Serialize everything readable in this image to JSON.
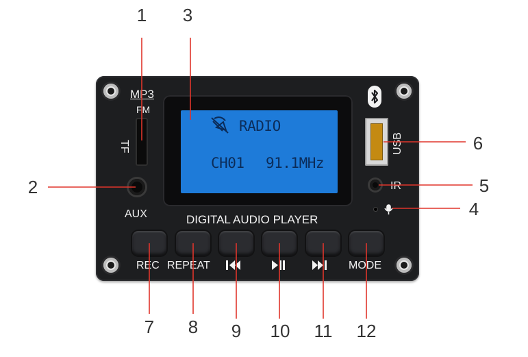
{
  "panel": {
    "silkscreen": {
      "mp3": "MP3",
      "fm": "FM",
      "tf": "TF",
      "aux": "AUX",
      "usb": "USB",
      "ir": "IR",
      "title": "DIGITAL AUDIO PLAYER"
    },
    "display": {
      "mode_text": "RADIO",
      "channel_text": "CH01",
      "frequency_text": "91.1MHz",
      "background_color": "#1e7bd9",
      "text_color": "#0b2c59"
    },
    "buttons": [
      {
        "label": "REC",
        "icon": ""
      },
      {
        "label": "REPEAT",
        "icon": ""
      },
      {
        "label": "",
        "icon": "previous-track-icon"
      },
      {
        "label": "",
        "icon": "play-pause-icon"
      },
      {
        "label": "",
        "icon": "next-track-icon"
      },
      {
        "label": "MODE",
        "icon": ""
      }
    ],
    "bluetooth_icon": "bluetooth-icon",
    "microphone_icon": "microphone-icon"
  },
  "callouts": [
    "1",
    "2",
    "3",
    "4",
    "5",
    "6",
    "7",
    "8",
    "9",
    "10",
    "11",
    "12"
  ],
  "colors": {
    "board": "#1d1e20",
    "callout_line": "#e0352b",
    "callout_text": "#333333"
  }
}
